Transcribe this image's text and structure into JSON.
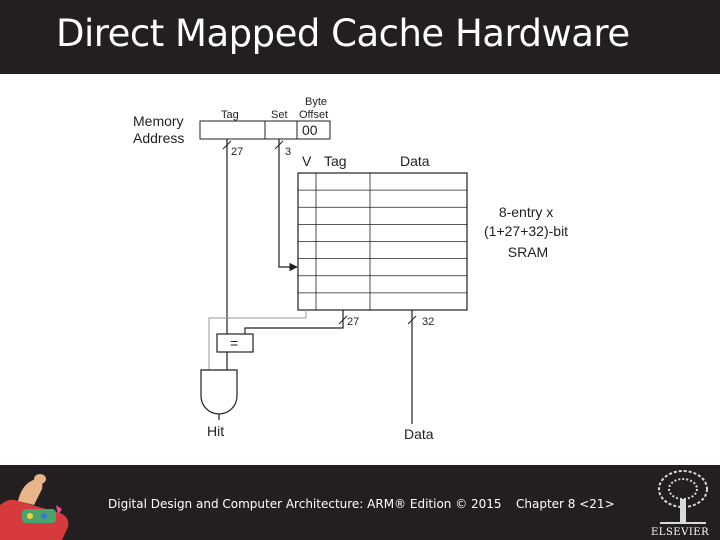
{
  "slide": {
    "title": "Direct Mapped Cache Hardware"
  },
  "diagram": {
    "memory_address_label": [
      "Memory",
      "Address"
    ],
    "field_tag": "Tag",
    "field_set": "Set",
    "field_byte_offset": [
      "Byte",
      "Offset"
    ],
    "byte_offset_value": "00",
    "tag_width": "27",
    "set_width": "3",
    "col_v": "V",
    "col_tag": "Tag",
    "col_data": "Data",
    "sram_label": [
      "8-entry x",
      "(1+27+32)-bit",
      "SRAM"
    ],
    "out_tag_width": "27",
    "out_data_width": "32",
    "comparator": "=",
    "hit_label": "Hit",
    "data_out_label": "Data",
    "entries": 8
  },
  "footer": {
    "book": "Digital Design and Computer Architecture: ARM® Edition © 2015",
    "chapter": "Chapter 8 <21>",
    "publisher": "ELSEVIER"
  }
}
